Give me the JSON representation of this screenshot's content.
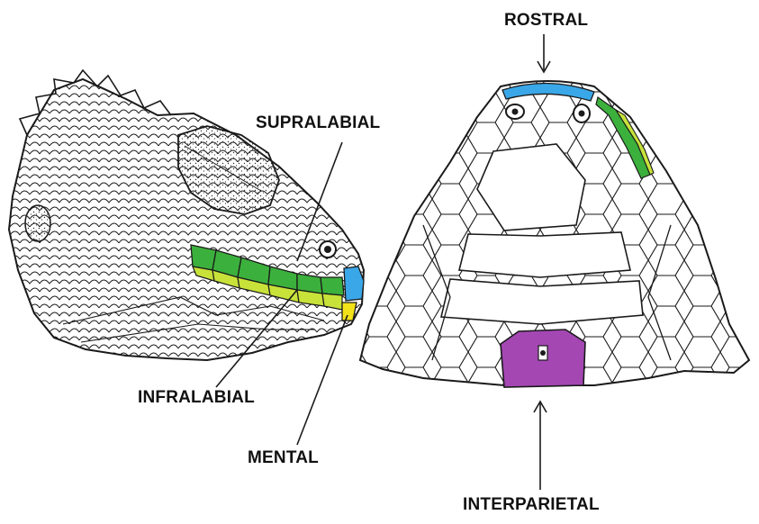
{
  "labels": {
    "rostral": "ROSTRAL",
    "supralabial": "SUPRALABIAL",
    "infralabial": "INFRALABIAL",
    "mental": "MENTAL",
    "interparietal": "INTERPARIETAL"
  },
  "colors": {
    "rostral": "#3aa7e8",
    "supralabial": "#3cb03c",
    "infralabial": "#c8e23a",
    "mental": "#f2e21a",
    "interparietal": "#a447b3",
    "outline": "#1a1a1a"
  }
}
